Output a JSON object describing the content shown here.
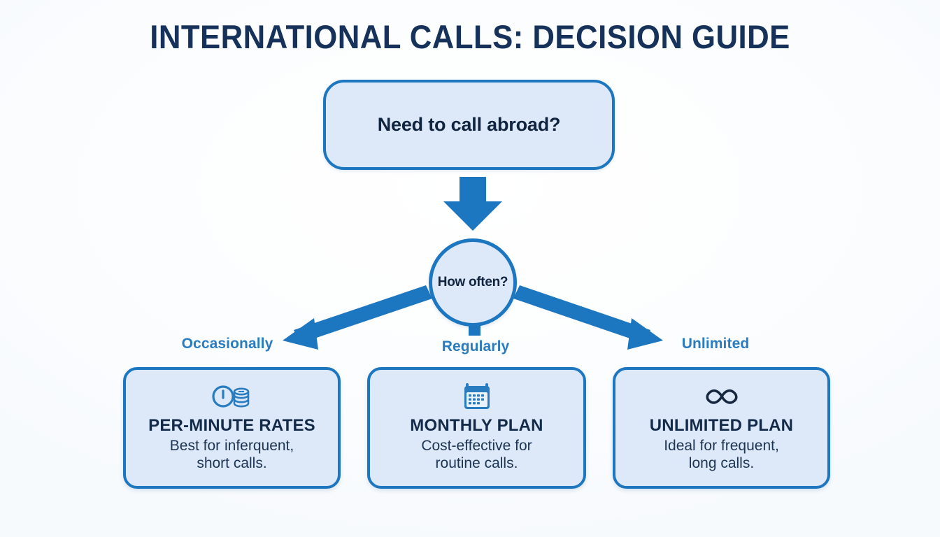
{
  "title": "INTERNATIONAL CALLS: DECISION GUIDE",
  "colors": {
    "background": "#f9fbfd",
    "node_fill": "#dde9f8",
    "node_border": "#1d76c0",
    "arrow": "#1d76c0",
    "title_text": "#17325a",
    "branch_label": "#2a7cc0",
    "card_title": "#142a49",
    "card_desc": "#1d3553",
    "icon": "#2a7cc0"
  },
  "start": {
    "label": "Need to call abroad?"
  },
  "decision": {
    "label": "How often?"
  },
  "branches": [
    {
      "label": "Occasionally",
      "direction": "left"
    },
    {
      "label": "Regularly",
      "direction": "down"
    },
    {
      "label": "Unlimited",
      "direction": "right"
    }
  ],
  "cards": [
    {
      "icon": "clock-coins-icon",
      "title": "PER-MINUTE RATES",
      "desc_line1": "Best for inferquent,",
      "desc_line2": "short calls."
    },
    {
      "icon": "calendar-icon",
      "title": "MONTHLY PLAN",
      "desc_line1": "Cost-effective for",
      "desc_line2": "routine calls."
    },
    {
      "icon": "infinity-icon",
      "title": "UNLIMITED PLAN",
      "desc_line1": "Ideal for frequent,",
      "desc_line2": "long calls."
    }
  ]
}
